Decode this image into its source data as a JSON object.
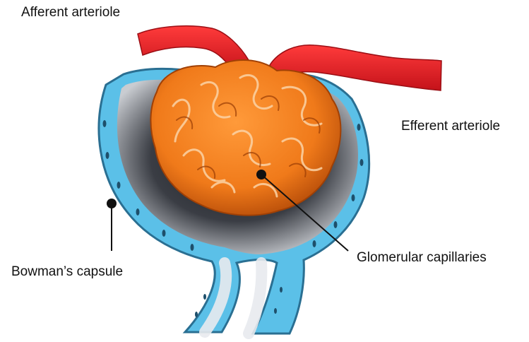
{
  "labels": {
    "afferent": "Afferent arteriole",
    "efferent": "Efferent arteriole",
    "bowman": "Bowman’s capsule",
    "glomerular": "Glomerular capillaries"
  },
  "colors": {
    "arteriole": "#e01b24",
    "capsule": "#5bc0e8",
    "capsule_outline": "#2a6f92",
    "space": "#3a3d44",
    "glomerulus": "#f07a1a",
    "glomerulus_dark": "#b34a08",
    "leader": "#111111"
  }
}
